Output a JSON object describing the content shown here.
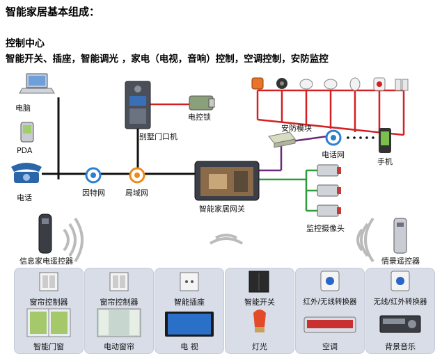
{
  "heading": "智能家居基本组成：",
  "subheading": "控制中心",
  "description": "智能开关、插座，智能调光 ，家电（电视，音响）控制，空调控制，安防监控",
  "devices": {
    "computer": "电脑",
    "pda": "PDA",
    "telephone": "电话",
    "internet": "因特网",
    "lan": "局域网",
    "villa_door": "别墅门口机",
    "electric_lock": "电控锁",
    "security_module": "安防模块",
    "phone_network": "电话网",
    "mobile": "手机",
    "gateway": "智能家居网关",
    "camera": "监控摄像头",
    "ir_remote": "信息家电遥控器",
    "scene_remote": "情景遥控器"
  },
  "cards": [
    {
      "top": "窗帘控制器",
      "bottom": "智能门窗"
    },
    {
      "top": "窗帘控制器",
      "bottom": "电动窗帘"
    },
    {
      "top": "智能插座",
      "bottom": "电 视"
    },
    {
      "top": "智能开关",
      "bottom": "灯光"
    },
    {
      "top": "红外/无线转换器",
      "bottom": "空调"
    },
    {
      "top": "无线/红外转换器",
      "bottom": "背景音乐"
    }
  ],
  "colors": {
    "wire_black": "#111111",
    "wire_red": "#d42020",
    "wire_purple": "#6a2a7a",
    "wire_green": "#2e9a3a"
  }
}
